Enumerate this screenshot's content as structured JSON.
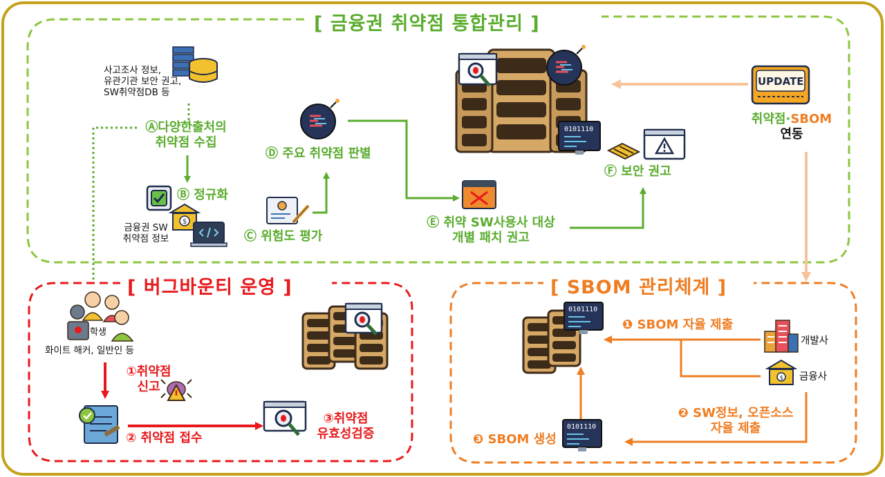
{
  "colors": {
    "frame": "#c4a21a",
    "green": "#5aac2e",
    "green_dashed": "#8cc63f",
    "red": "#e8191c",
    "orange": "#ef7d22",
    "light_orange": "#f7c39a",
    "server_brown": "#c79a5b",
    "server_dark": "#3d2b1a"
  },
  "titles": {
    "vuln_management": "[ 금융권 취약점 통합관리 ]",
    "bug_bounty": "[ 버그바운티 운영 ]",
    "sbom_management": "[ SBOM 관리체계 ]"
  },
  "vuln": {
    "sources_note": [
      "사고조사 정보,",
      "유관기관 보안 권고,",
      "SW취약점DB 등"
    ],
    "step_a": [
      "Ⓐ다양한출처의",
      "취약점 수집"
    ],
    "step_b": "Ⓑ 정규화",
    "fin_info": [
      "금융권 SW",
      "취약점 정보"
    ],
    "step_c": "Ⓒ 위험도 평가",
    "step_d": "Ⓓ 주요 취약점 판별",
    "step_e": [
      "Ⓔ 취약 SW사용사 대상",
      "개별 패치 권고"
    ],
    "step_f": "Ⓕ 보안 권고",
    "update_badge": "UPDATE",
    "link_label_part1": "취약점·",
    "link_label_part2": "SBOM",
    "link_label_line2": "연동",
    "binary_text": "0101110"
  },
  "bugbounty": {
    "people_label": "학생",
    "people_caption": "화이트 해커, 일반인 등",
    "step_1": [
      "①취약점",
      "신고"
    ],
    "step_2": "② 취약점 접수",
    "step_3": [
      "③취약점",
      "유효성검증"
    ]
  },
  "sbom": {
    "step_1": "❶ SBOM 자율 제출",
    "developer": "개발사",
    "financial": "금융사",
    "step_2": [
      "❷ SW정보, 오픈소스",
      "자율 제출"
    ],
    "step_3": "❸ SBOM 생성",
    "binary_text": "0101110"
  }
}
